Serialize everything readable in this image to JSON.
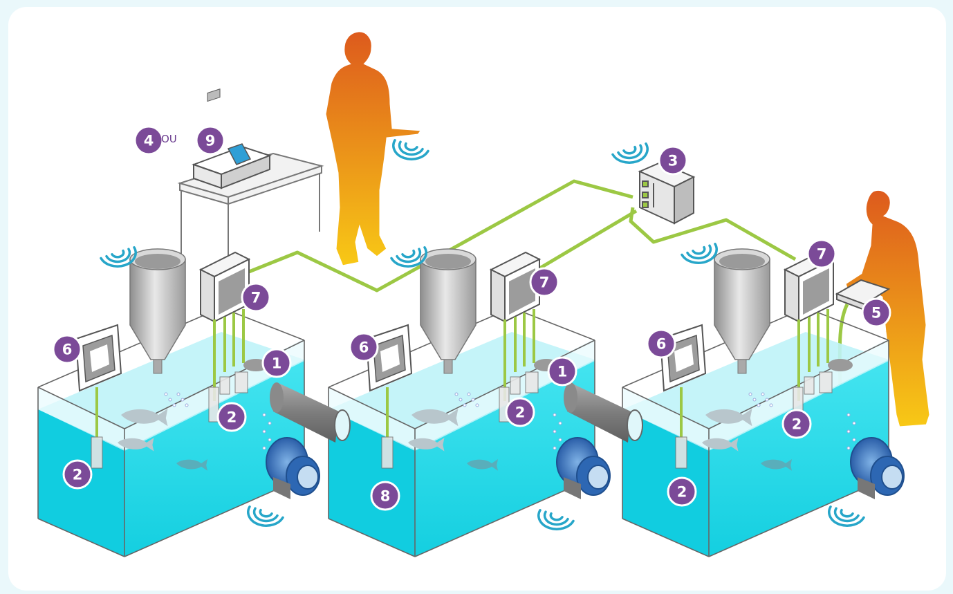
{
  "colors": {
    "badge": "#7b4a98",
    "cable": "#9cc844",
    "water": "#1fd9e8",
    "wave": "#27a6c9",
    "metal": "#b8b8b8",
    "person_top": "#e0601c",
    "person_bottom": "#f7c215",
    "background": "#eaf8fb",
    "panel": "#ffffff"
  },
  "icons": [
    "wireless-signal-icon",
    "person-silhouette-icon",
    "fish-icon",
    "air-pump-icon",
    "feeder-hopper-icon",
    "controller-box-icon",
    "sensor-probe-icon",
    "handheld-meter-icon",
    "benchtop-meter-icon",
    "data-logger-icon"
  ],
  "connector": {
    "or_label": "OU"
  },
  "markers": [
    {
      "id": "benchtop-meter",
      "number": "4"
    },
    {
      "id": "benchtop-meter-alt",
      "number": "9"
    },
    {
      "id": "data-hub",
      "number": "3"
    },
    {
      "id": "controller-tank1",
      "number": "7"
    },
    {
      "id": "controller-tank2",
      "number": "7"
    },
    {
      "id": "controller-tank3",
      "number": "7"
    },
    {
      "id": "display-tank1",
      "number": "6"
    },
    {
      "id": "display-tank2",
      "number": "6"
    },
    {
      "id": "display-tank3",
      "number": "6"
    },
    {
      "id": "probe-group-tank1",
      "number": "1"
    },
    {
      "id": "probe-group-tank2",
      "number": "1"
    },
    {
      "id": "sensor-tank1-top",
      "number": "2"
    },
    {
      "id": "sensor-tank1-bottom",
      "number": "2"
    },
    {
      "id": "sensor-tank2-top",
      "number": "2"
    },
    {
      "id": "sensor-tank3-top",
      "number": "2"
    },
    {
      "id": "sensor-tank3-bottom",
      "number": "2"
    },
    {
      "id": "sensor-tank2-bottom",
      "number": "8"
    },
    {
      "id": "handheld-meter",
      "number": "5"
    }
  ]
}
